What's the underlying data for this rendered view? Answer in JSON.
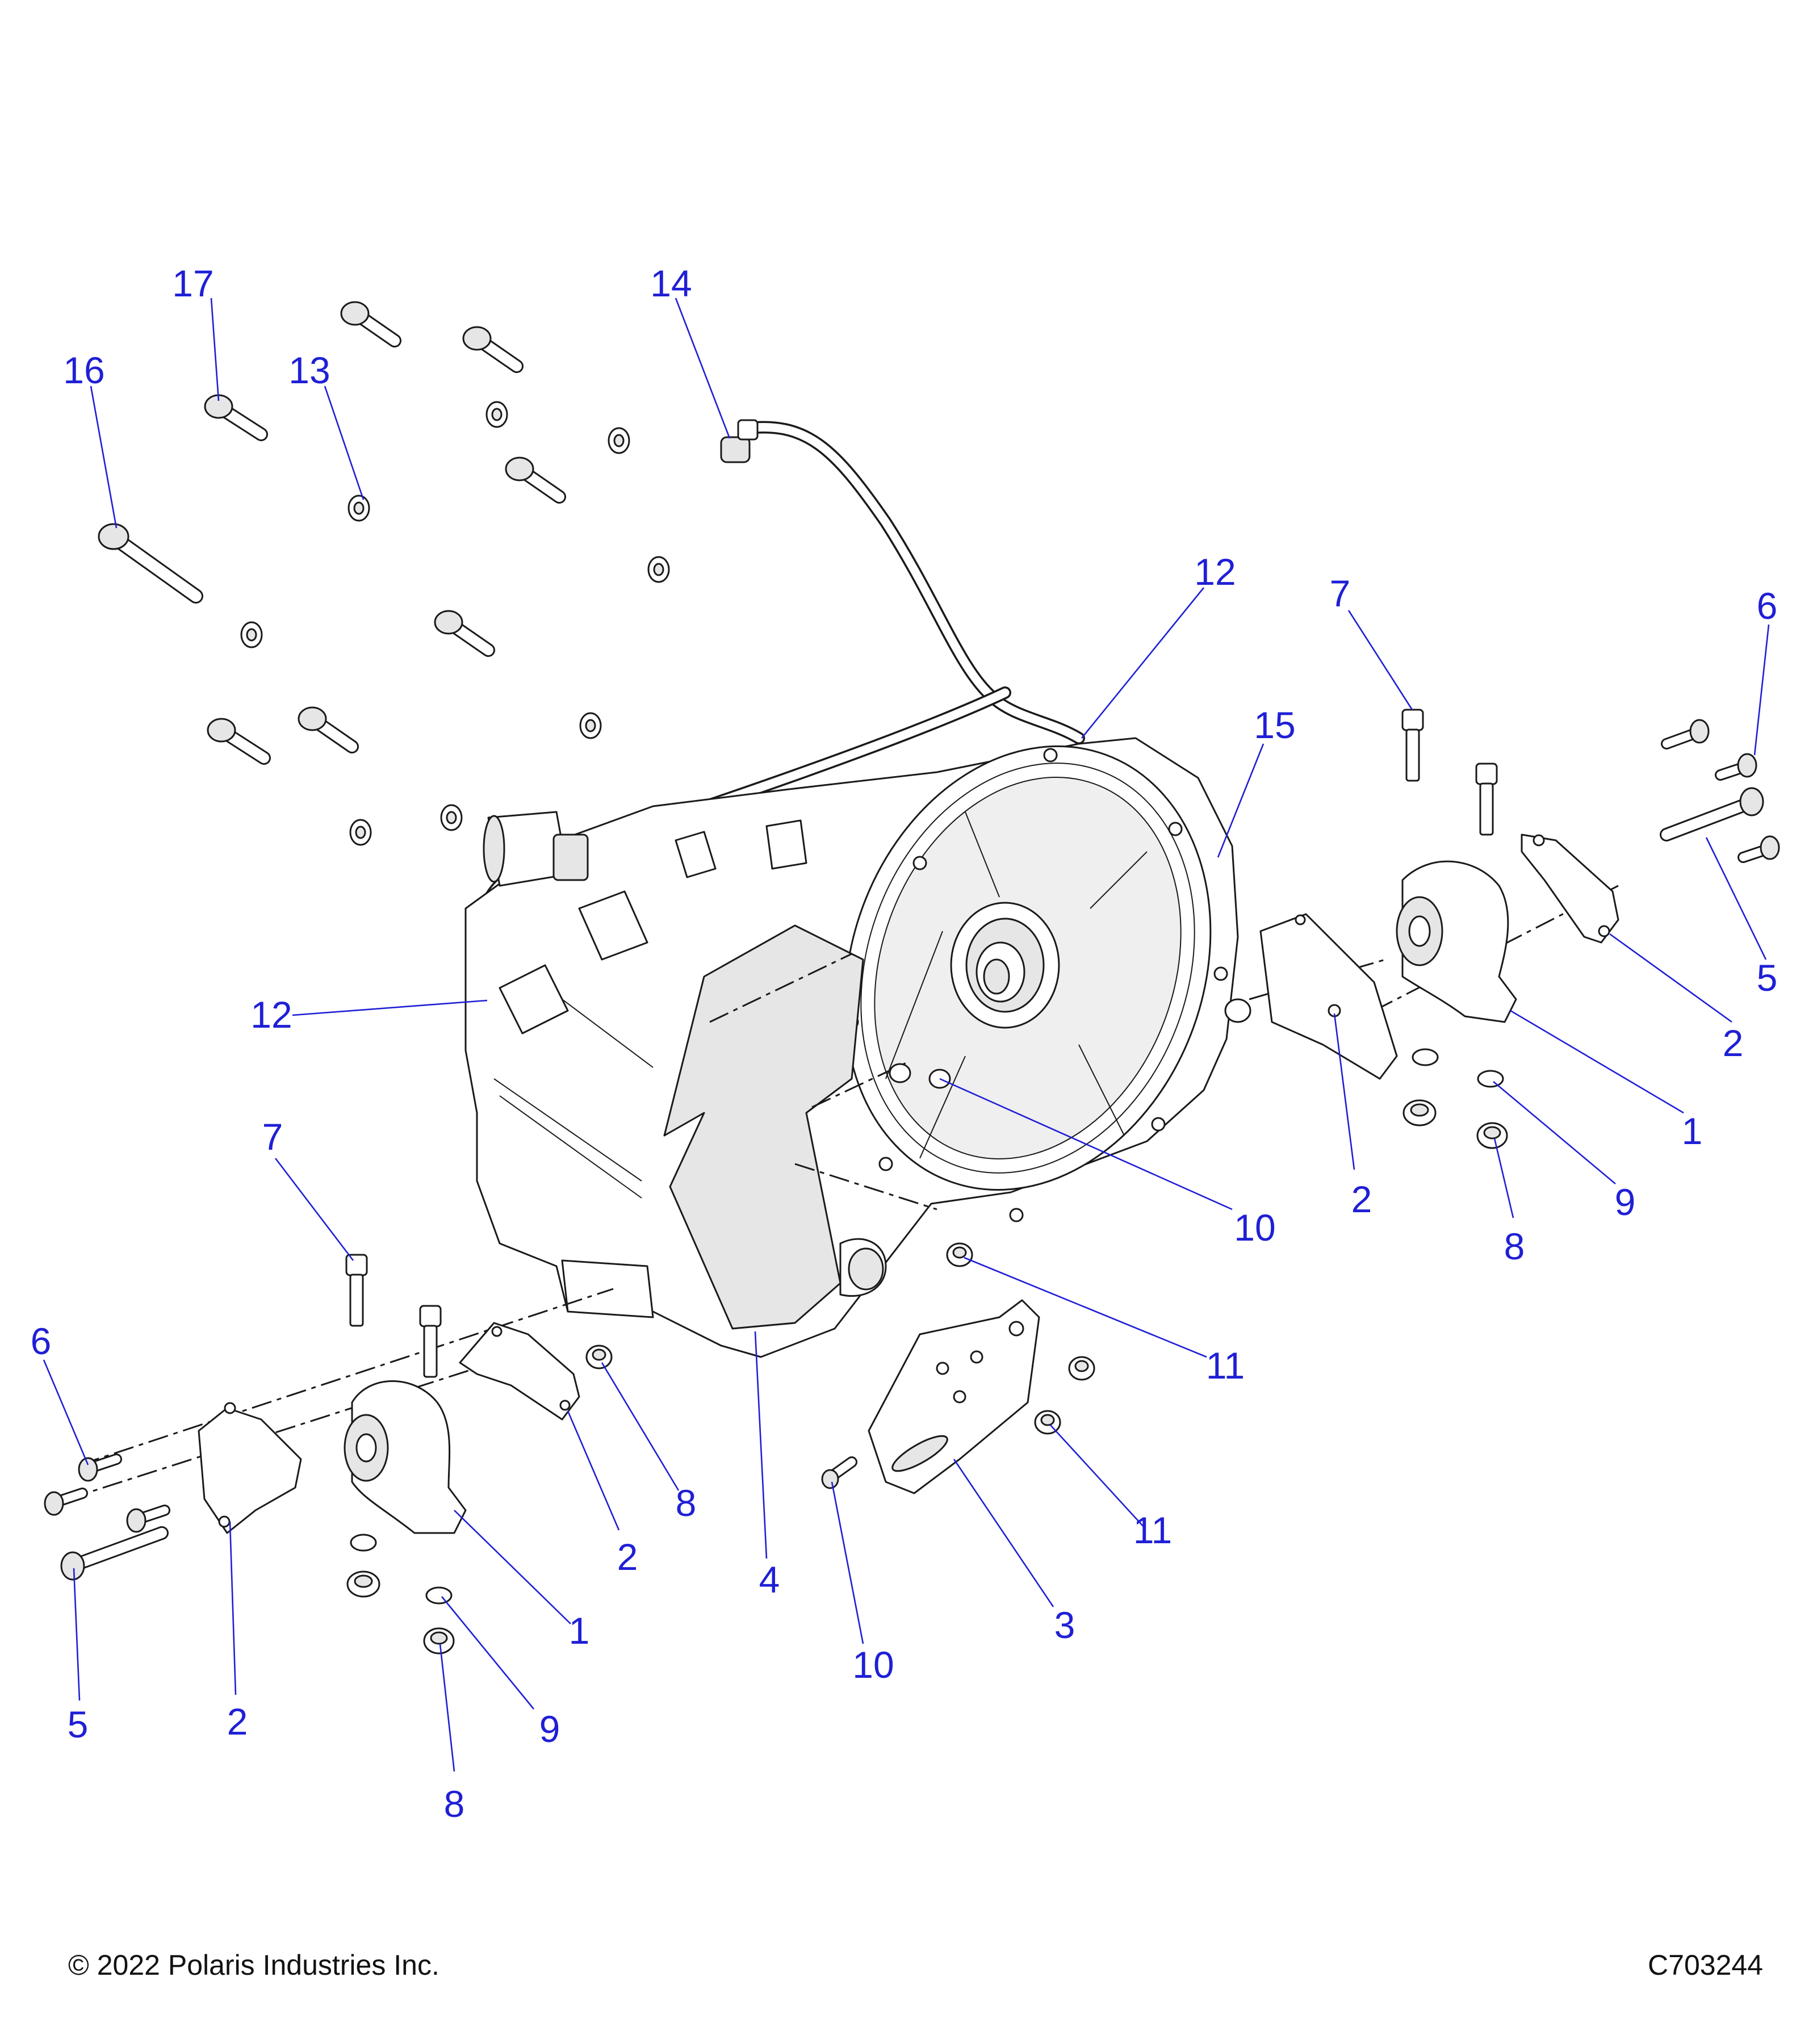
{
  "colors": {
    "callout": "#1f1fd6",
    "linework": "#1a1a1a",
    "fill": "#e6e6e6"
  },
  "callouts": {
    "c17": "17",
    "c16": "16",
    "c13": "13",
    "c14": "14",
    "c12a": "12",
    "c12b": "12",
    "c7a": "7",
    "c6a": "6",
    "c15": "15",
    "c5a": "5",
    "c2a": "2",
    "c1a": "1",
    "c2b": "2",
    "c10a": "10",
    "c9a": "9",
    "c8a": "8",
    "c7b": "7",
    "c11a": "11",
    "c6b": "6",
    "c8b": "8",
    "c2c": "2",
    "c4": "4",
    "c11b": "11",
    "c3": "3",
    "c1b": "1",
    "c2d": "2",
    "c5b": "5",
    "c9b": "9",
    "c10b": "10",
    "c8c": "8"
  },
  "footer": {
    "copyright": "© 2022 Polaris Industries Inc.",
    "figure_id": "C703244"
  }
}
